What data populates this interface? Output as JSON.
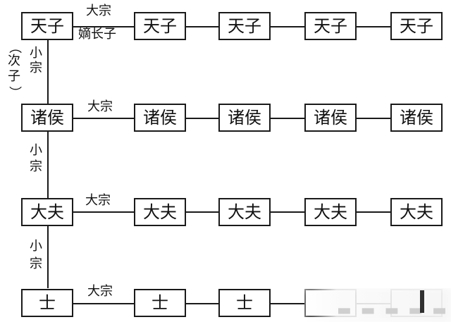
{
  "rows": {
    "row1": {
      "box1": "天子",
      "box2": "天子",
      "box3": "天子",
      "box4": "天子",
      "box5": "天子",
      "edge_top": "大宗",
      "edge_bottom": "嫡长子"
    },
    "row2": {
      "box1": "诸侯",
      "box2": "诸侯",
      "box3": "诸侯",
      "box4": "诸侯",
      "box5": "诸侯",
      "edge_top": "大宗"
    },
    "row3": {
      "box1": "大夫",
      "box2": "大夫",
      "box3": "大夫",
      "box4": "大夫",
      "box5": "大夫",
      "edge_top": "大宗"
    },
    "row4": {
      "box1": "士",
      "box2": "士",
      "box3": "士",
      "box4": "",
      "box5": "",
      "edge_top": "大宗"
    }
  },
  "vertical_labels": {
    "seg1_line1": "小",
    "seg1_line2": "宗",
    "seg1_note_open": "（",
    "seg1_note_1": "次",
    "seg1_note_2": "子",
    "seg1_note_close": "）",
    "seg2_line1": "小",
    "seg2_line2": "宗",
    "seg3_line1": "小",
    "seg3_line2": "宗"
  }
}
